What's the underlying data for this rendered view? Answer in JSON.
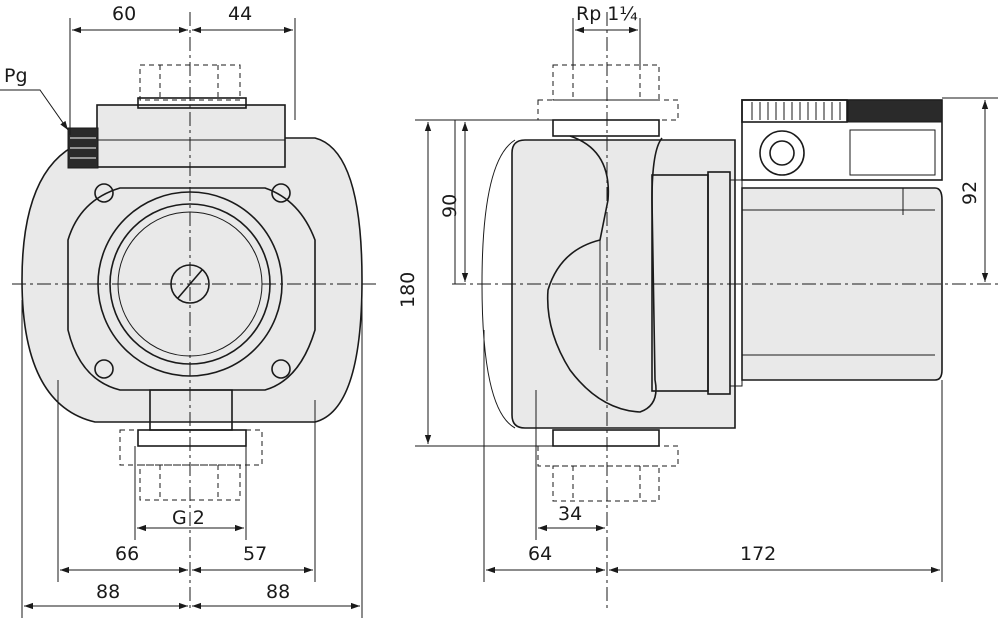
{
  "labels": {
    "pg": "Pg",
    "front_top_left": "60",
    "front_top_right": "44",
    "g2": "G 2",
    "front_mid_left": "66",
    "front_mid_right": "57",
    "front_bot_left": "88",
    "front_bot_right": "88",
    "rp": "Rp 1¼",
    "side_180": "180",
    "side_90": "90",
    "side_92": "92",
    "side_34": "34",
    "side_64": "64",
    "side_172": "172"
  },
  "colors": {
    "line": "#1a1a1a",
    "fill": "#e9e9e9",
    "background": "#ffffff"
  }
}
